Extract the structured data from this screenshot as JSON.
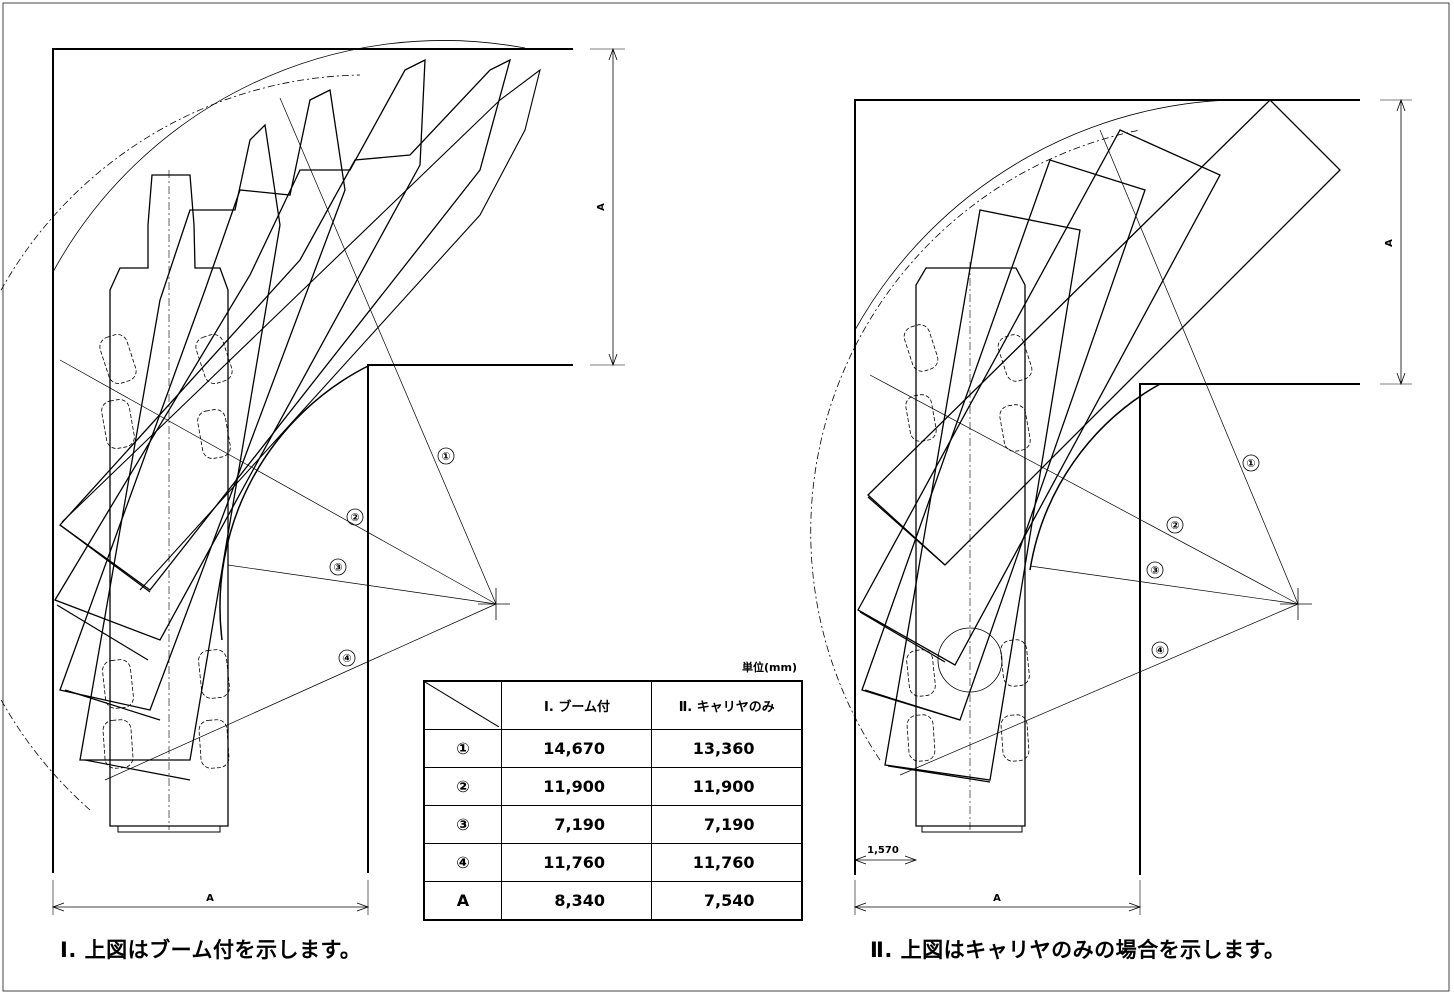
{
  "unit_label": "単位(mm)",
  "left_drawing": {
    "dimension_A_label": "A",
    "bottom_A_label": "A",
    "markers": [
      "①",
      "②",
      "③",
      "④"
    ]
  },
  "right_drawing": {
    "dimension_A_label": "A",
    "bottom_A_label": "A",
    "offset_label": "1,570",
    "markers": [
      "①",
      "②",
      "③",
      "④"
    ]
  },
  "table": {
    "col_headers": [
      "Ⅰ. ブーム付",
      "Ⅱ. キャリヤのみ"
    ],
    "rows": [
      {
        "key": "①",
        "boom": "14,670",
        "carrier": "13,360"
      },
      {
        "key": "②",
        "boom": "11,900",
        "carrier": "11,900"
      },
      {
        "key": "③",
        "boom": "7,190",
        "carrier": "7,190"
      },
      {
        "key": "④",
        "boom": "11,760",
        "carrier": "11,760"
      },
      {
        "key": "A",
        "boom": "8,340",
        "carrier": "7,540"
      }
    ]
  },
  "captions": {
    "left": "Ⅰ. 上図はブーム付を示します。",
    "right": "Ⅱ. 上図はキャリヤのみの場合を示します。"
  }
}
